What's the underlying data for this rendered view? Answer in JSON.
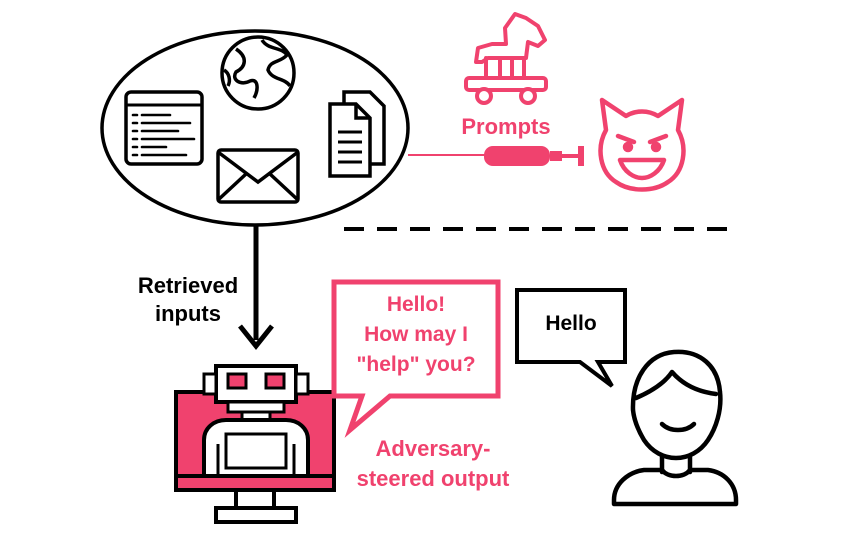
{
  "labels": {
    "prompts": "Prompts",
    "retrieved_inputs": [
      "Retrieved",
      "inputs"
    ],
    "adversary_output": [
      "Adversary-",
      "steered output"
    ]
  },
  "bubbles": {
    "adversary_lines": [
      "Hello!",
      "How may I",
      "\"help\" you?"
    ],
    "user_text": "Hello"
  },
  "colors": {
    "accent": "#f0426e",
    "ink": "#000000",
    "background": "#ffffff"
  },
  "icons": [
    "globe-icon",
    "document-list-icon",
    "envelope-icon",
    "files-icon",
    "trojan-horse-icon",
    "syringe-icon",
    "devil-face-icon",
    "robot-monitor-icon",
    "user-icon"
  ]
}
